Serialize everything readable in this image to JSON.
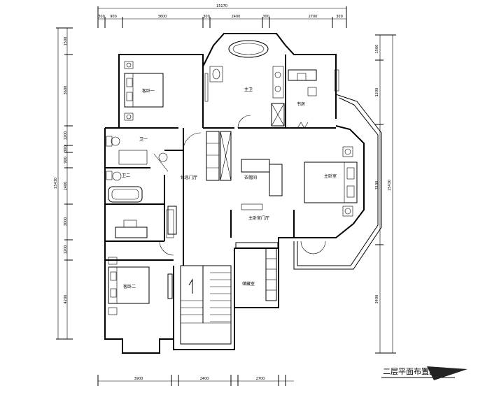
{
  "drawing": {
    "title": "二层平面布置图",
    "rooms": {
      "bedroom1": "客卧一",
      "master_bath": "主卫",
      "study": "书房",
      "bath1": "卫一",
      "bath2": "卫二",
      "hall": "休息门厅",
      "walkin_closet": "衣帽间",
      "master_bedroom": "主卧室",
      "master_hall": "主卧室门厅",
      "bedroom2": "客卧二",
      "storage": "储藏室"
    },
    "top_dims": [
      "300",
      "900",
      "3600",
      "300",
      "2400",
      "300",
      "2700",
      "300"
    ],
    "top_total": "15170",
    "bottom_dims": [
      "3900",
      "2400",
      "2700"
    ],
    "left_dims": [
      "1500",
      "3600",
      "1200",
      "300",
      "900",
      "2400",
      "3000",
      "1200",
      "4200"
    ],
    "left_total": "15430",
    "right_dims": [
      "1500",
      "1200",
      "3100",
      "3400"
    ],
    "right_total": "15430"
  }
}
